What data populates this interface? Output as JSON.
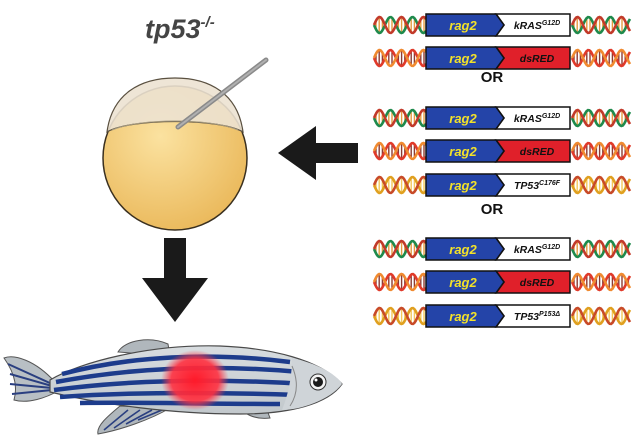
{
  "title": {
    "text": "tp53",
    "superscript": "-/-"
  },
  "separators": [
    "OR",
    "OR"
  ],
  "colors": {
    "promoter_fill": "#2444a8",
    "promoter_text": "#f2e12a",
    "dsred_fill": "#e0202a",
    "gene_fill": "#ffffff",
    "egg_yolk": "#f3c96a",
    "egg_cap": "#ece2d2",
    "arrow": "#1a1a1a",
    "fish_stripe": "#1d3c8c",
    "tumor": "#ff2030"
  },
  "constructs": [
    {
      "promoter": "rag2",
      "gene": "kRAS",
      "gene_sup": "G12D",
      "dna": "green",
      "gene_color": "white"
    },
    {
      "promoter": "rag2",
      "gene": "dsRED",
      "gene_sup": "",
      "dna": "red",
      "gene_color": "red"
    },
    {
      "promoter": "rag2",
      "gene": "kRAS",
      "gene_sup": "G12D",
      "dna": "green",
      "gene_color": "white"
    },
    {
      "promoter": "rag2",
      "gene": "dsRED",
      "gene_sup": "",
      "dna": "red",
      "gene_color": "red"
    },
    {
      "promoter": "rag2",
      "gene": "TP53",
      "gene_sup": "C176F",
      "dna": "orange",
      "gene_color": "white"
    },
    {
      "promoter": "rag2",
      "gene": "kRAS",
      "gene_sup": "G12D",
      "dna": "green",
      "gene_color": "white"
    },
    {
      "promoter": "rag2",
      "gene": "dsRED",
      "gene_sup": "",
      "dna": "red",
      "gene_color": "red"
    },
    {
      "promoter": "rag2",
      "gene": "TP53",
      "gene_sup": "P153Δ",
      "dna": "orange",
      "gene_color": "white"
    }
  ]
}
